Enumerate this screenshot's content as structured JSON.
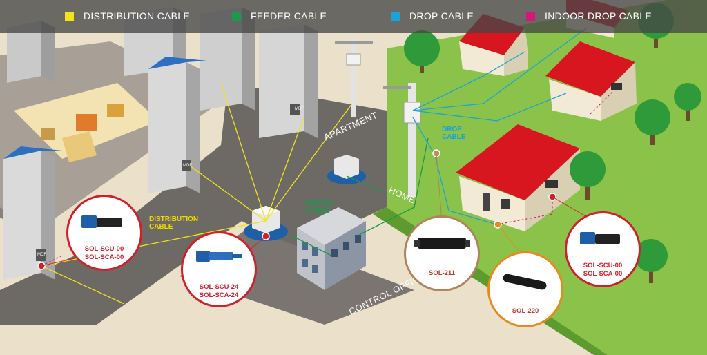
{
  "legend": [
    {
      "label": "DISTRIBUTION CABLE",
      "color": "#f4e21a"
    },
    {
      "label": "FEEDER CABLE",
      "color": "#1a9a4a"
    },
    {
      "label": "DROP CABLE",
      "color": "#1aa3d9"
    },
    {
      "label": "INDOOR DROP CABLE",
      "color": "#d4187a"
    }
  ],
  "areas": {
    "apartment": "APARTMENT",
    "home": "HOME",
    "control_office": "CONTROL OFFICE"
  },
  "cable_labels": {
    "distribution": "DISTRIBUTION\nCABLE",
    "feeder": "FEEDER\nCABLE",
    "drop": "DROP\nCABLE"
  },
  "mdf_tag": "MDF",
  "callouts": [
    {
      "line1": "SOL-SCU-00",
      "line2": "SOL-SCA-00",
      "border": "#d11f2b",
      "text_color": "#d11f2b"
    },
    {
      "line1": "SOL-SCU-24",
      "line2": "SOL-SCA-24",
      "border": "#d11f2b",
      "text_color": "#d11f2b"
    },
    {
      "line1": "SOL-211",
      "line2": "",
      "border": "#b0835a",
      "text_color": "#c0392b"
    },
    {
      "line1": "SOL-220",
      "line2": "",
      "border": "#e58a1f",
      "text_color": "#c0392b"
    },
    {
      "line1": "SOL-SCU-00",
      "line2": "SOL-SCA-00",
      "border": "#d11f2b",
      "text_color": "#d11f2b"
    }
  ]
}
